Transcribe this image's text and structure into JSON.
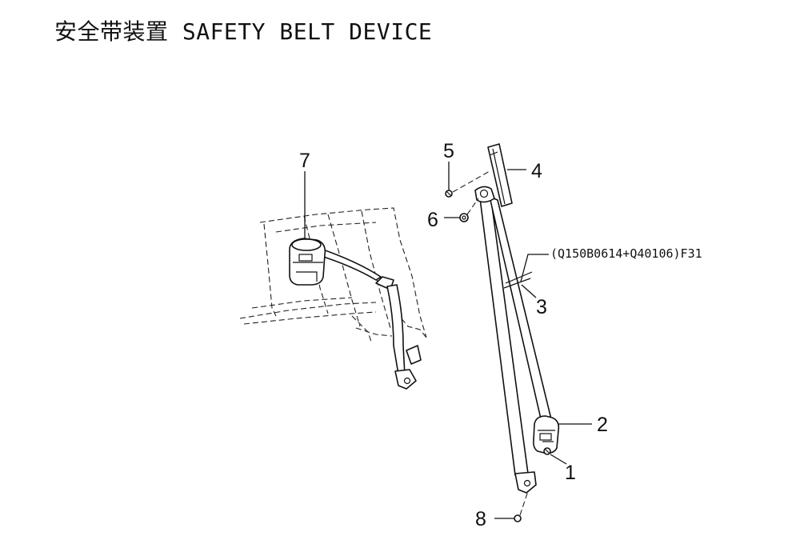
{
  "title": "安全带装置 SAFETY BELT DEVICE",
  "callouts": {
    "c1": "1",
    "c2": "2",
    "c3": "3",
    "c4": "4",
    "c5": "5",
    "c6": "6",
    "c7": "7",
    "c8": "8"
  },
  "part_code": "(Q150B0614+Q40106)F31"
}
